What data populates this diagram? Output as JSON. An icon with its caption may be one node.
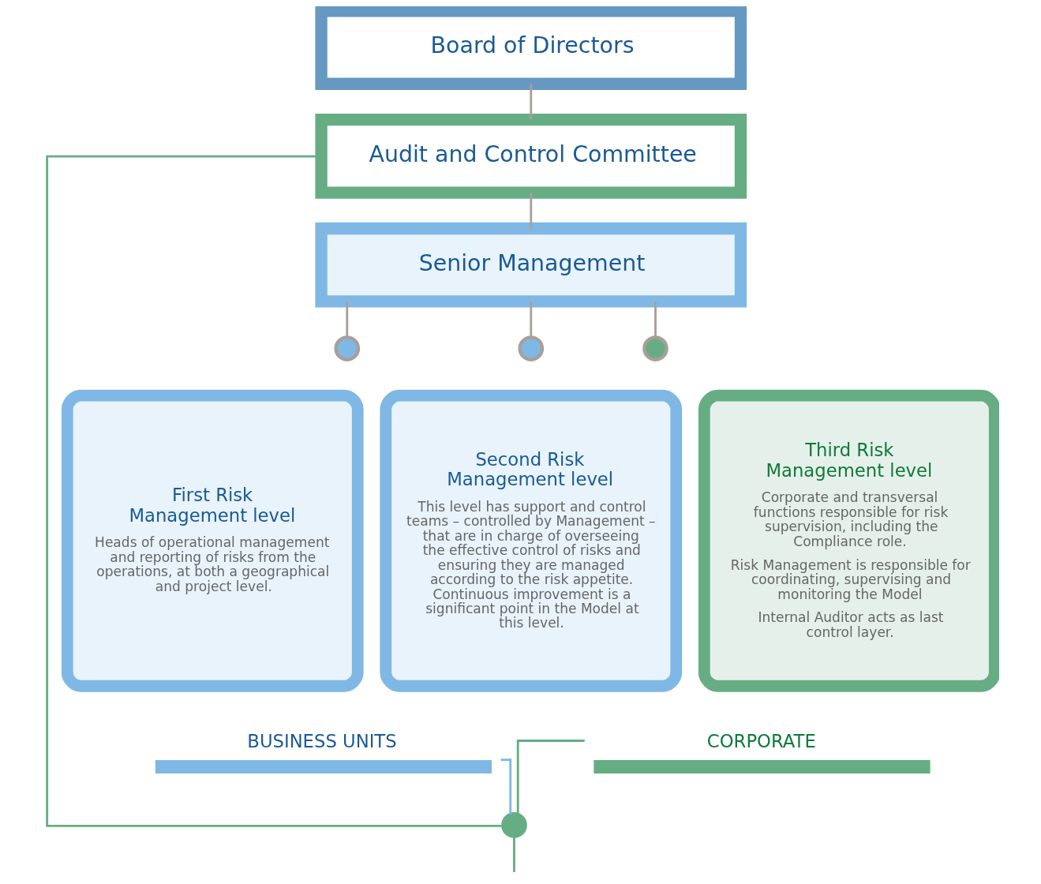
{
  "diagram": {
    "nodes": [
      {
        "text": [
          "Board of Directors"
        ]
      },
      {
        "text": [
          "Audit and Control Committee"
        ]
      },
      {
        "text": [
          "Senior Management"
        ]
      },
      {
        "text": [],
        "shape": "circle"
      },
      {
        "text": [],
        "shape": "circle"
      },
      {
        "text": [],
        "shape": "circle"
      },
      {
        "text": [
          "First Risk Management level",
          "Heads of operational management and reporting of risks from the operations, at both a geographical and project level."
        ]
      },
      {
        "text": [
          "Second Risk Management level",
          "This level has support and control teams – controlled by Management – that are in charge of overseeing the effective control of risks and ensuring they are managed according to the risk appetite. Continuous improvement is a significant point in the Model at this level."
        ]
      },
      {
        "text": [
          "Third Risk Management level",
          "Corporate and transversal functions responsible for risk supervision, including the Compliance role.",
          "Risk Management is responsible for coordinating, supervising and monitoring the Model",
          "Internal Auditor acts as last control layer."
        ]
      },
      {
        "text": [
          "BUSINESS UNITS"
        ]
      },
      {
        "text": [
          "CORPORATE"
        ]
      },
      {
        "text": [],
        "shape": "circle"
      }
    ],
    "edges": [
      {
        "from": 0,
        "to": 1,
        "arrow": "none"
      },
      {
        "from": 1,
        "to": 2,
        "arrow": "none"
      },
      {
        "from": 2,
        "to": 3,
        "arrow": "none"
      },
      {
        "from": 2,
        "to": 4,
        "arrow": "none"
      },
      {
        "from": 2,
        "to": 5,
        "arrow": "none"
      },
      {
        "from": 9,
        "to": 11,
        "arrow": "none",
        "color": "#7fb8e4"
      },
      {
        "from": 10,
        "to": 11,
        "arrow": "none",
        "color": "#66ad84"
      },
      {
        "from": 1,
        "to": 11,
        "arrow": "none",
        "color": "#66ad84"
      },
      {
        "from": 11,
        "to": null,
        "arrow": "none",
        "color": "#66ad84"
      }
    ]
  }
}
